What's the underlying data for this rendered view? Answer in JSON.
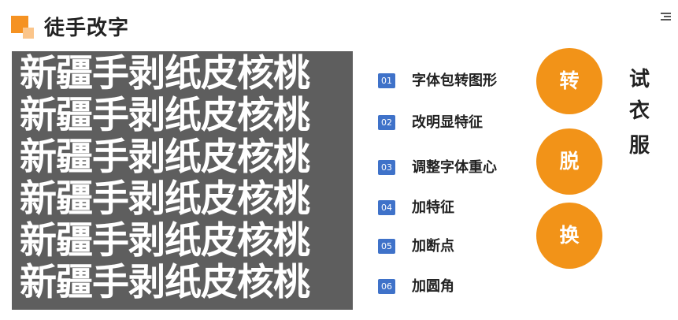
{
  "header": {
    "title": "徒手改字"
  },
  "sample": {
    "rows": [
      "新疆手剥纸皮核桃",
      "新疆手剥纸皮核桃",
      "新疆手剥纸皮核桃",
      "新疆手剥纸皮核桃",
      "新疆手剥纸皮核桃",
      "新疆手剥纸皮核桃"
    ]
  },
  "steps": [
    {
      "num": "01",
      "label": "字体包转图形"
    },
    {
      "num": "02",
      "label": "改明显特征"
    },
    {
      "num": "03",
      "label": "调整字体重心"
    },
    {
      "num": "04",
      "label": "加特征"
    },
    {
      "num": "05",
      "label": "加断点"
    },
    {
      "num": "06",
      "label": "加圆角"
    }
  ],
  "circles": [
    "转",
    "脱",
    "换"
  ],
  "side_words": [
    "试",
    "衣",
    "服"
  ],
  "colors": {
    "accent_orange": "#f29318",
    "badge_blue": "#3f72c9",
    "panel_gray": "#5e5e5e"
  },
  "icons": {
    "title_mark": "orange-squares-icon",
    "menu": "menu-lines-icon"
  }
}
